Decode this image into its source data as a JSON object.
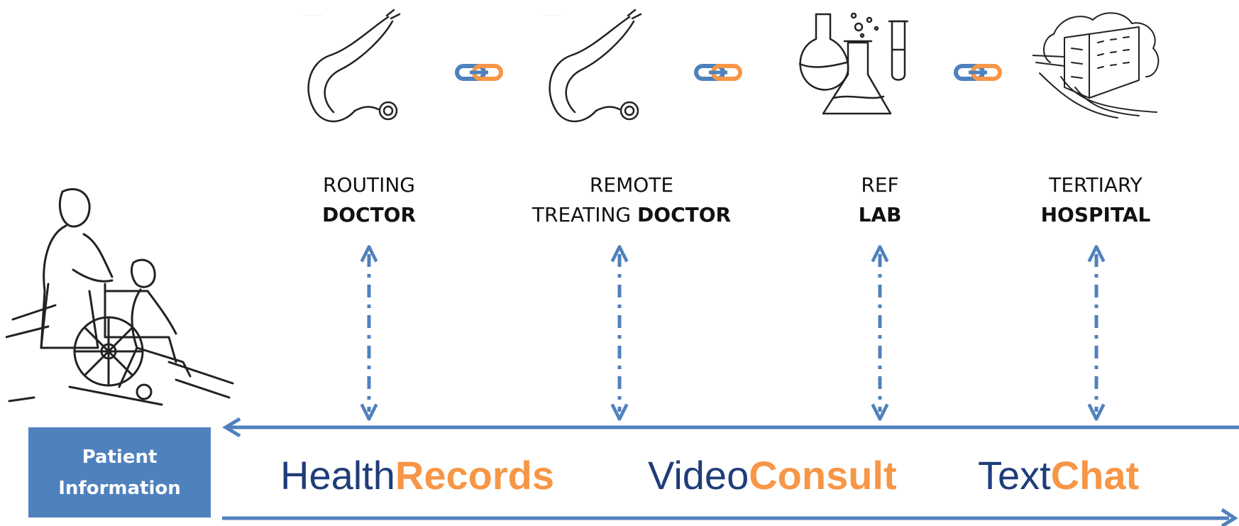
{
  "colors": {
    "arrow_blue": "#4f81bd",
    "box_blue": "#4f81bd",
    "service_dark": "#1f3d7a",
    "service_orange": "#f79646",
    "link_orange": "#f79646",
    "link_blue": "#4f81bd"
  },
  "nodes": [
    {
      "icon": "stethoscope-icon",
      "line1": "ROUTING",
      "line2_plain": "",
      "line2_bold": "DOCTOR"
    },
    {
      "icon": "stethoscope-icon",
      "line1": "REMOTE",
      "line2_plain": "TREATING ",
      "line2_bold": "DOCTOR"
    },
    {
      "icon": "lab-flasks-icon",
      "line1": "REF",
      "line2_plain": "",
      "line2_bold": "LAB"
    },
    {
      "icon": "hospital-building-icon",
      "line1": "TERTIARY",
      "line2_plain": "",
      "line2_bold": "HOSPITAL"
    }
  ],
  "connectors": [
    "chain-link-icon",
    "chain-link-icon",
    "chain-link-icon"
  ],
  "patient": {
    "icon": "patient-wheelchair-icon",
    "line1": "Patient",
    "line2": "Information"
  },
  "services": [
    {
      "plain": "Health",
      "bold": "Records"
    },
    {
      "plain": "Video",
      "bold": "Consult"
    },
    {
      "plain": "Text",
      "bold": "Chat"
    }
  ]
}
